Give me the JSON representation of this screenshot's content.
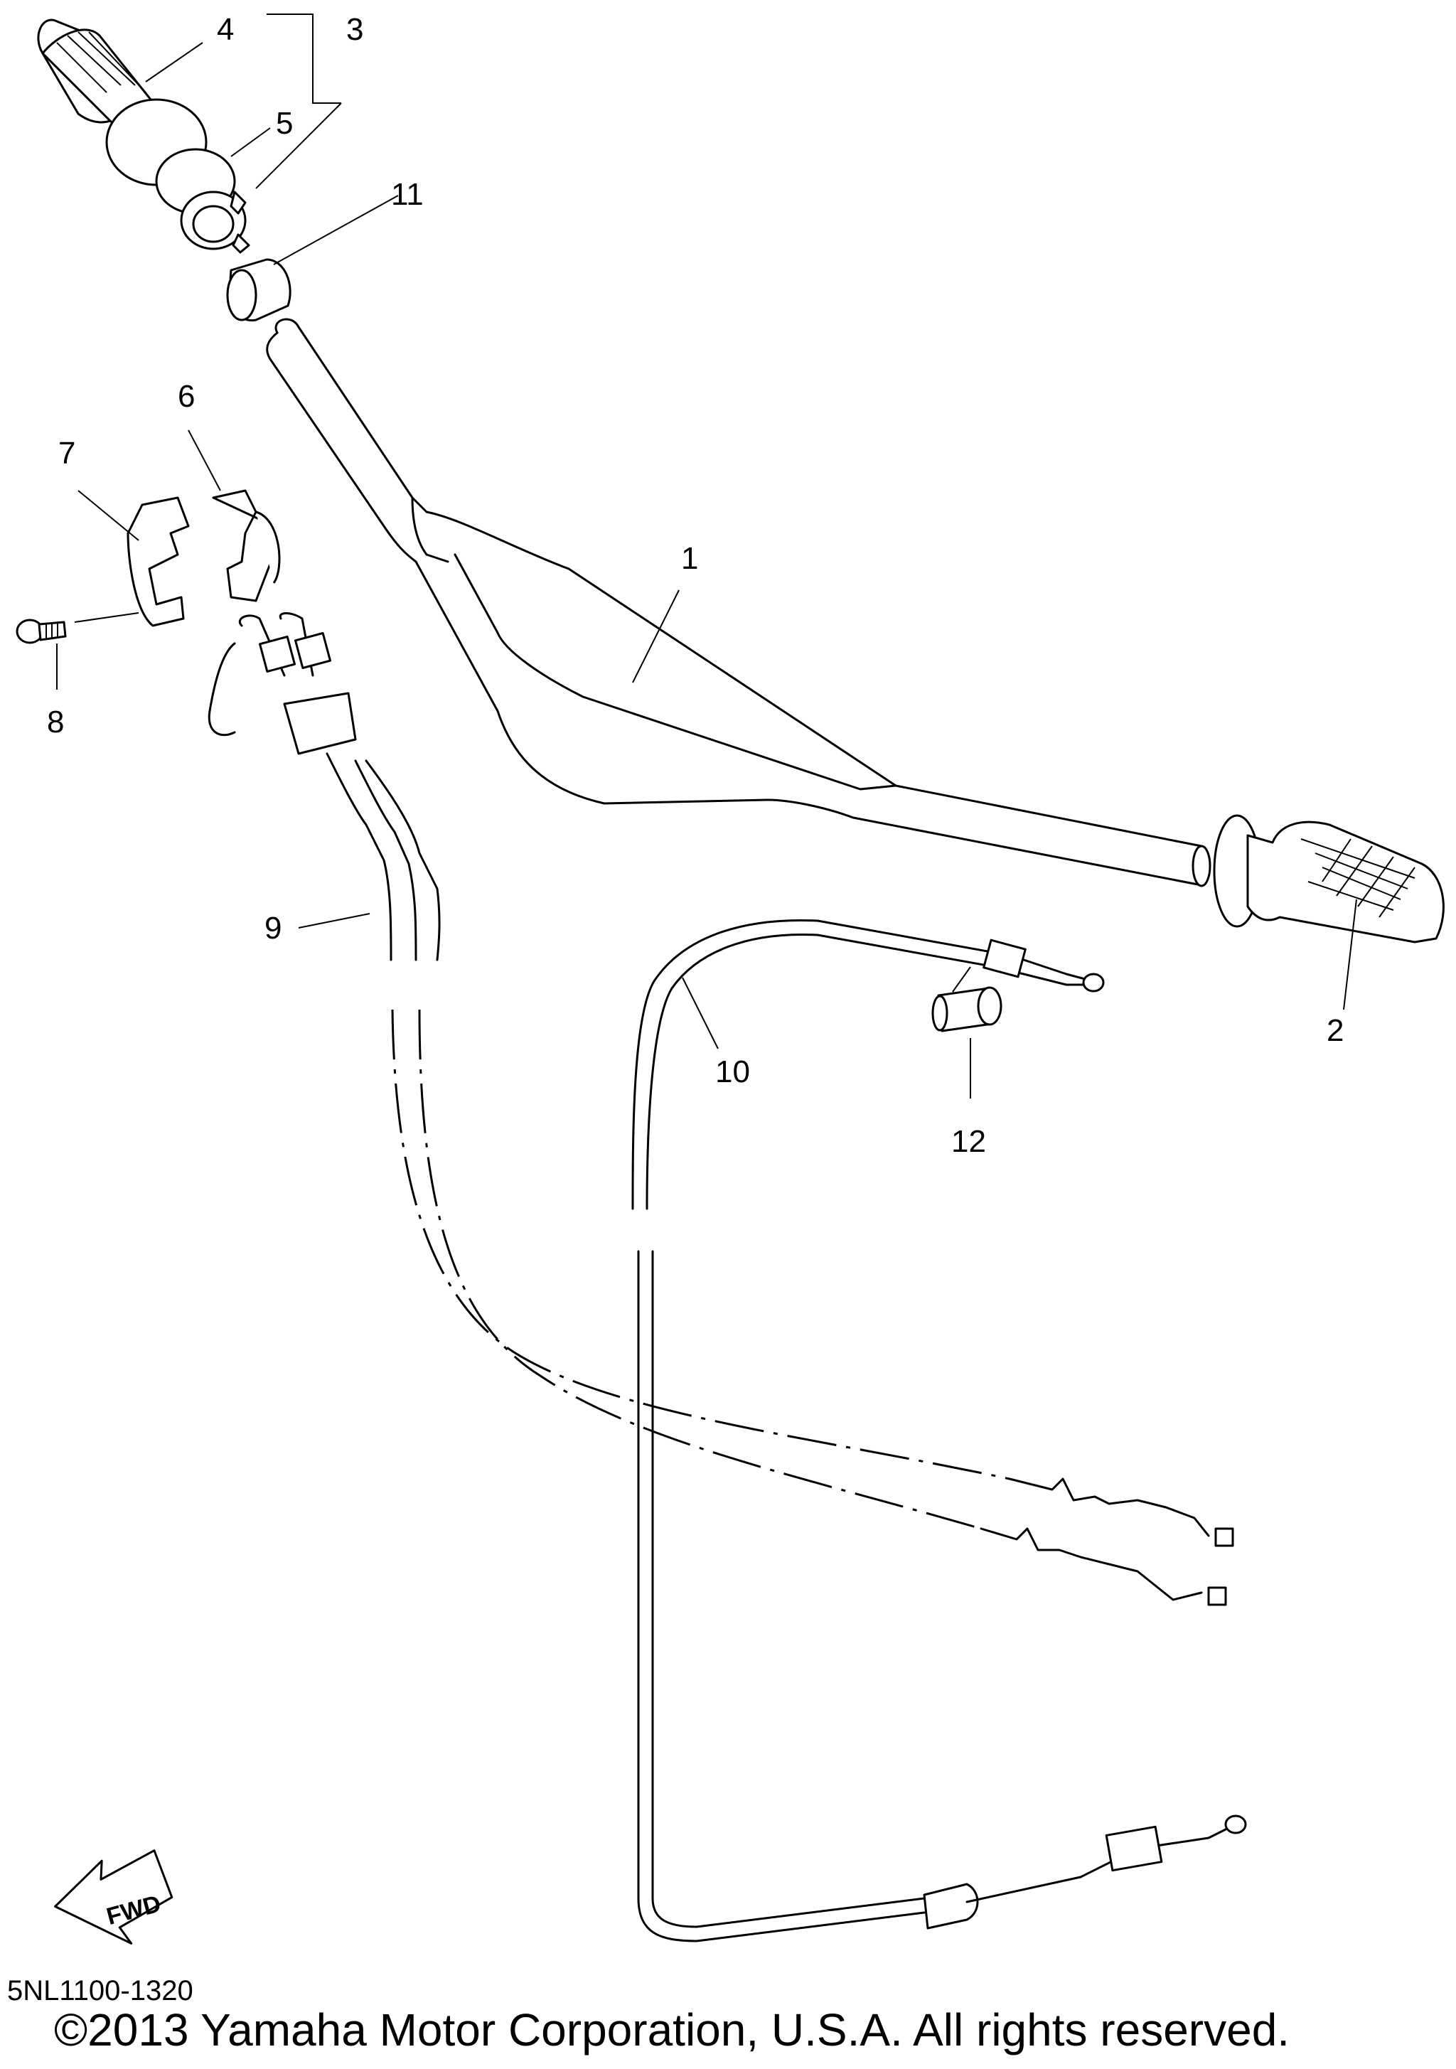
{
  "diagram": {
    "callouts": [
      {
        "id": "1",
        "label": "1"
      },
      {
        "id": "2",
        "label": "2"
      },
      {
        "id": "3",
        "label": "3"
      },
      {
        "id": "4",
        "label": "4"
      },
      {
        "id": "5",
        "label": "5"
      },
      {
        "id": "6",
        "label": "6"
      },
      {
        "id": "7",
        "label": "7"
      },
      {
        "id": "8",
        "label": "8"
      },
      {
        "id": "9",
        "label": "9"
      },
      {
        "id": "10",
        "label": "10"
      },
      {
        "id": "11",
        "label": "11"
      },
      {
        "id": "12",
        "label": "12"
      }
    ],
    "fwd_label": "FWD"
  },
  "footer": {
    "part_code": "5NL1100-1320",
    "copyright": "©2013 Yamaha Motor Corporation, U.S.A. All rights reserved."
  }
}
